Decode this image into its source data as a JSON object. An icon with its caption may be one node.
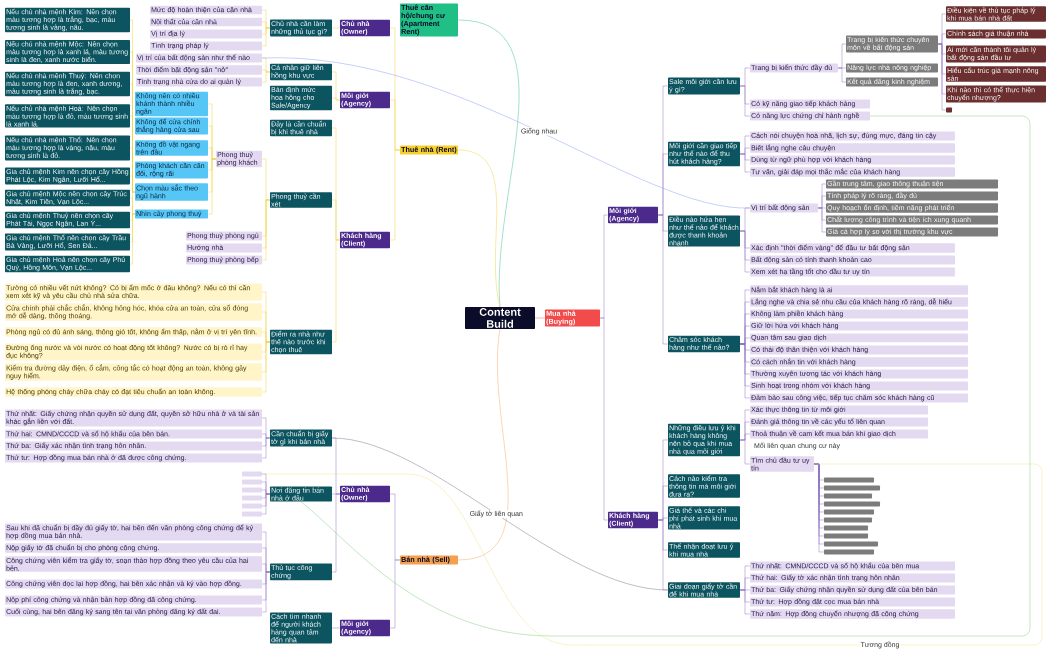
{
  "diagram": {
    "nodes": [
      {
        "text": [
          "Content Build"
        ]
      },
      {
        "text": [
          "Thuê căn hộ/chung cư (Apartment Rent)"
        ]
      },
      {
        "text": [
          "Thuê nhà (Rent)"
        ]
      },
      {
        "text": [
          "Chủ nhà (Owner)"
        ]
      },
      {
        "text": [
          "Chủ nhà cần làm những thủ tục gì?"
        ]
      },
      {
        "text": [
          "Mức độ hoàn thiện của căn nhà"
        ]
      },
      {
        "text": [
          "Nội thất của căn nhà"
        ]
      },
      {
        "text": [
          "Vị trí địa lý"
        ]
      },
      {
        "text": [
          "Tình trạng pháp lý"
        ]
      },
      {
        "text": [
          "Môi giới (Agency)"
        ]
      },
      {
        "text": [
          "Cá nhân giữ liên hồng khu vực"
        ]
      },
      {
        "text": [
          "Vị trí của bất động sản như thế nào"
        ]
      },
      {
        "text": [
          "Thời điểm bất động sản \"nở\""
        ]
      },
      {
        "text": [
          "Tình trạng nhà cửa do ai quản lý"
        ]
      },
      {
        "text": [
          "Bán định mức hoa hồng cho Sale/Agency"
        ]
      },
      {
        "text": [
          "Khách hàng (Client)"
        ]
      },
      {
        "text": [
          "Đây là cần chuẩn bị khi thuê nhà"
        ]
      },
      {
        "text": [
          "Phong thuỷ cần xét"
        ]
      },
      {
        "text": [
          "Phong thuỷ phòng khách"
        ]
      },
      {
        "text": [
          "Không nên có nhiều khánh thành nhiều ngăn"
        ]
      },
      {
        "text": [
          "Không để cửa chính thẳng hàng cửa sau"
        ]
      },
      {
        "text": [
          "Không đồ vật ngang trên đầu"
        ]
      },
      {
        "text": [
          "Phòng khách cần cân đối, rộng rãi"
        ]
      },
      {
        "text": [
          "Chọn màu sắc theo ngũ hành"
        ]
      },
      {
        "text": [
          "Nếu chủ nhà mệnh Kim: Nên chọn màu tương hợp là trắng, bạc, màu tương sinh là vàng, nâu."
        ]
      },
      {
        "text": [
          "Nếu chủ nhà mệnh Mộc: Nên chọn màu tương hợp là xanh lá, màu tương sinh là đen, xanh nước biển."
        ]
      },
      {
        "text": [
          "Nếu chủ nhà mệnh Thuỷ: Nên chọn màu tương hợp là đen, xanh dương, màu tương sinh là trắng, bạc."
        ]
      },
      {
        "text": [
          "Nếu chủ nhà mệnh Hoả: Nên chọn màu tương hợp là đỏ, màu tương sinh là xanh lá."
        ]
      },
      {
        "text": [
          "Nếu chủ nhà mệnh Thổ: Nên chọn màu tương hợp là vàng, nâu, màu tương sinh là đỏ."
        ]
      },
      {
        "text": [
          "Nhìn cây phong thuỷ"
        ]
      },
      {
        "text": [
          "Gia chủ mệnh Kim nên chọn cây Hồng Phát Lộc, Kim Ngân, Lưỡi Hổ..."
        ]
      },
      {
        "text": [
          "Gia chủ mệnh Mộc nên chọn cây Trúc Nhật, Kim Tiền, Vạn Lộc..."
        ]
      },
      {
        "text": [
          "Gia chủ mệnh Thuỷ nên chọn cây Phát Tài, Ngọc Ngân, Lan Ý..."
        ]
      },
      {
        "text": [
          "Gia chủ mệnh Thổ nên chọn cây Trầu Bà Vàng, Lưỡi Hổ, Sen Đá..."
        ]
      },
      {
        "text": [
          "Gia chủ mệnh Hoả nên chọn cây Phú Quý, Hồng Môn, Vạn Lộc..."
        ]
      },
      {
        "text": [
          "Phong thuỷ phòng ngủ"
        ]
      },
      {
        "text": [
          "Hướng nhà"
        ]
      },
      {
        "text": [
          "Phong thuỷ phòng bếp"
        ]
      },
      {
        "text": [
          "Điểm ra nhà như thế nào trước khi chọn thuê"
        ]
      },
      {
        "text": [
          "Tường có nhiều vết nứt không? Có bị ẩm mốc ở đâu không? Nếu có thì cần xem xét kỹ và yêu cầu chủ nhà sửa chữa."
        ]
      },
      {
        "text": [
          "Cửa chính phải chắc chắn, không hỏng hóc, khóa cửa an toàn, cửa sổ đóng mở dễ dàng, thông thoáng."
        ]
      },
      {
        "text": [
          "Phòng ngủ có đủ ánh sáng, thông gió tốt, không ẩm thấp, nằm ở vị trí yên tĩnh."
        ]
      },
      {
        "text": [
          "Đường ống nước và vòi nước có hoạt động tốt không? Nước có bị rò rỉ hay đục không?"
        ]
      },
      {
        "text": [
          "Kiểm tra đường dây điện, ổ cắm, công tắc có hoạt động an toàn, không gây nguy hiểm."
        ]
      },
      {
        "text": [
          "Hệ thống phòng cháy chữa cháy có đạt tiêu chuẩn an toàn không."
        ]
      },
      {
        "text": [
          "Bán nhà (Sell)"
        ]
      },
      {
        "text": [
          "Chủ nhà (Owner)"
        ]
      },
      {
        "text": [
          "Cần chuẩn bị giấy tờ gì khi bán nhà"
        ]
      },
      {
        "text": [
          "Thứ nhất: Giấy chứng nhận quyền sử dụng đất, quyền sở hữu nhà ở và tài sản khác gắn liền với đất."
        ]
      },
      {
        "text": [
          "Thứ hai: CMND/CCCD và sổ hộ khẩu của bên bán."
        ]
      },
      {
        "text": [
          "Thứ ba: Giấy xác nhận tình trạng hôn nhân."
        ]
      },
      {
        "text": [
          "Thứ tư: Hợp đồng mua bán nhà ở đã được công chứng."
        ]
      },
      {
        "text": [
          "Nơi đăng tin bán nhà ở đâu"
        ]
      },
      {
        "text": [],
        "shape": "box"
      },
      {
        "text": [],
        "shape": "box"
      },
      {
        "text": [],
        "shape": "box"
      },
      {
        "text": [],
        "shape": "box"
      },
      {
        "text": [],
        "shape": "box"
      },
      {
        "text": [],
        "shape": "box"
      },
      {
        "text": [
          "Thủ tục công chứng"
        ]
      },
      {
        "text": [
          "Sau khi đã chuẩn bị đầy đủ giấy tờ, hai bên đến văn phòng công chứng để ký hợp đồng mua bán nhà."
        ]
      },
      {
        "text": [
          "Nộp giấy tờ đã chuẩn bị cho phòng công chứng."
        ]
      },
      {
        "text": [
          "Công chứng viên kiểm tra giấy tờ, soạn thảo hợp đồng theo yêu cầu của hai bên."
        ]
      },
      {
        "text": [
          "Công chứng viên đọc lại hợp đồng, hai bên xác nhận và ký vào hợp đồng."
        ]
      },
      {
        "text": [
          "Nộp phí công chứng và nhận bản hợp đồng đã công chứng."
        ]
      },
      {
        "text": [
          "Cuối cùng, hai bên đăng ký sang tên tại văn phòng đăng ký đất đai."
        ]
      },
      {
        "text": [
          "Môi giới (Agency)"
        ]
      },
      {
        "text": [
          "Cách tìm nhanh để người khách hàng quan tâm đến nhà"
        ]
      },
      {
        "text": [
          "Mua nhà (Buying)"
        ]
      },
      {
        "text": [
          "Môi giới (Agency)"
        ]
      },
      {
        "text": [
          "Sale môi giới cần lưu ý gì?"
        ]
      },
      {
        "text": [
          "Trang bị kiến thức đầy đủ"
        ]
      },
      {
        "text": [
          "Trang bị kiến thức chuyên môn về bất động sản"
        ]
      },
      {
        "text": [
          "Điều kiện về thủ tục pháp lý khi mua bán nhà đất"
        ]
      },
      {
        "text": [
          "Chính sách giá thuận nhà"
        ]
      },
      {
        "text": [
          "Ai mới cần thành tôi quản lý bất động sản đầu tư"
        ]
      },
      {
        "text": [
          "Hiểu cấu trúc giá mạnh nông sản"
        ]
      },
      {
        "text": [
          "Khi nào thì có thể thực hiện chuyển nhượng?"
        ]
      },
      {
        "text": [],
        "shape": "box"
      },
      {
        "text": [
          "Năng lực nhà nông nghiệp"
        ]
      },
      {
        "text": [
          "Kết quả đăng kinh nghiệm"
        ]
      },
      {
        "text": [
          "Có kỹ năng giao tiếp khách hàng"
        ]
      },
      {
        "text": [
          "Có năng lực chứng chỉ hành nghề"
        ]
      },
      {
        "text": [
          "Môi giới cần giao tiếp như thế nào để thu hút khách hàng?"
        ]
      },
      {
        "text": [
          "Cách nói chuyện hoà nhã, lịch sự, đúng mực, đáng tin cậy"
        ]
      },
      {
        "text": [
          "Biết lắng nghe câu chuyện"
        ]
      },
      {
        "text": [
          "Dùng từ ngữ phù hợp với khách hàng"
        ]
      },
      {
        "text": [
          "Tư vấn, giải đáp mọi thắc mắc của khách hàng"
        ]
      },
      {
        "text": [
          "Điều nào hứa hẹn như thế nào để khách được thanh khoản nhanh"
        ]
      },
      {
        "text": [
          "Vị trí bất động sản"
        ]
      },
      {
        "text": [
          "Gần trung tâm, giao thông thuận tiện"
        ]
      },
      {
        "text": [
          "Tính pháp lý rõ ràng, đầy đủ"
        ]
      },
      {
        "text": [
          "Quy hoạch ổn định, tiềm năng phát triển"
        ]
      },
      {
        "text": [
          "Chất lượng công trình và tiện ích xung quanh"
        ]
      },
      {
        "text": [
          "Giá cả hợp lý so với thị trường khu vực"
        ]
      },
      {
        "text": [
          "Xác định \"thời điểm vàng\" để đầu tư bất động sản"
        ]
      },
      {
        "text": [
          "Bất động sản có tính thanh khoản cao"
        ]
      },
      {
        "text": [
          "Xem xét hạ tầng tốt cho đầu tư uy tín"
        ]
      },
      {
        "text": [
          "Chăm sóc khách hàng như thế nào?"
        ]
      },
      {
        "text": [
          "Nắm bắt khách hàng là ai"
        ]
      },
      {
        "text": [
          "Lắng nghe và chia sẻ nhu cầu của khách hàng rõ ràng, dễ hiểu"
        ]
      },
      {
        "text": [
          "Không làm phiền khách hàng"
        ]
      },
      {
        "text": [
          "Giữ lời hứa với khách hàng"
        ]
      },
      {
        "text": [
          "Quan tâm sau giao dịch"
        ]
      },
      {
        "text": [
          "Có thái độ thân thiện với khách hàng"
        ]
      },
      {
        "text": [
          "Có cách nhắn tin với khách hàng"
        ]
      },
      {
        "text": [
          "Thường xuyên tương tác với khách hàng"
        ]
      },
      {
        "text": [
          "Sinh hoạt trong nhóm với khách hàng"
        ]
      },
      {
        "text": [
          "Đảm bảo sau công việc, tiếp tục chăm sóc khách hàng cũ"
        ]
      },
      {
        "text": [
          "Khách hàng (Client)"
        ]
      },
      {
        "text": [
          "Những điều lưu ý khi khách hàng không nên bỏ qua khi mua nhà qua môi giới"
        ]
      },
      {
        "text": [
          "Tìm chủ đầu tư uy tín"
        ]
      },
      {
        "text": [],
        "shape": "box"
      },
      {
        "text": [],
        "shape": "box"
      },
      {
        "text": [],
        "shape": "box"
      },
      {
        "text": [],
        "shape": "box"
      },
      {
        "text": [],
        "shape": "box"
      },
      {
        "text": [],
        "shape": "box"
      },
      {
        "text": [],
        "shape": "box"
      },
      {
        "text": [],
        "shape": "box"
      },
      {
        "text": [],
        "shape": "box"
      },
      {
        "text": [],
        "shape": "box"
      },
      {
        "text": [
          "Xác thực thông tin từ môi giới"
        ]
      },
      {
        "text": [
          "Đánh giá thông tin về các yếu tố liên quan"
        ]
      },
      {
        "text": [
          "Thoả thuận về cam kết mua bán khi giao dịch"
        ]
      },
      {
        "text": [
          "Cách nào kiểm tra thông tin mà môi giới đưa ra?"
        ]
      },
      {
        "text": [
          "Giá thế và các chi phí phát sinh khi mua nhà"
        ]
      },
      {
        "text": [
          "Thế nhận đoạt lưu ý khi mua nhà"
        ]
      },
      {
        "text": [
          "Giai đoạn giấy tờ cần để khi mua nhà"
        ]
      },
      {
        "text": [
          "Thứ nhất: CMND/CCCD và sổ hộ khẩu của bên mua"
        ]
      },
      {
        "text": [
          "Thứ hai: Giấy tờ xác nhận tình trạng hôn nhân"
        ]
      },
      {
        "text": [
          "Thứ ba: Giấy chứng nhận quyền sử dụng đất của bên bán"
        ]
      },
      {
        "text": [
          "Thứ tư: Hợp đồng đặt cọc mua bán nhà"
        ]
      },
      {
        "text": [
          "Thứ năm: Hợp đồng chuyển nhượng đã công chứng"
        ]
      }
    ],
    "edges": [
      {
        "from": 0,
        "to": 1,
        "arrow": "none",
        "color": "#2fbf86"
      },
      {
        "from": 0,
        "to": 2,
        "arrow": "none",
        "color": "#f2cf2e"
      },
      {
        "from": 2,
        "to": 3,
        "arrow": "none",
        "color": "#f2cf2e"
      },
      {
        "from": 3,
        "to": 4,
        "arrow": "none",
        "color": "#f2cf2e"
      },
      {
        "from": 4,
        "to": 5,
        "arrow": "none",
        "color": "#f2cf2e"
      },
      {
        "from": 4,
        "to": 6,
        "arrow": "none",
        "color": "#f2cf2e"
      },
      {
        "from": 4,
        "to": 7,
        "arrow": "none",
        "color": "#f2cf2e"
      },
      {
        "from": 4,
        "to": 8,
        "arrow": "none",
        "color": "#f2cf2e"
      },
      {
        "from": 2,
        "to": 9,
        "arrow": "none",
        "color": "#f2cf2e"
      },
      {
        "from": 9,
        "to": 10,
        "arrow": "none",
        "color": "#f2cf2e"
      },
      {
        "from": 10,
        "to": 11,
        "arrow": "none",
        "color": "#f2cf2e"
      },
      {
        "from": 10,
        "to": 12,
        "arrow": "none",
        "color": "#f2cf2e"
      },
      {
        "from": 10,
        "to": 13,
        "arrow": "none",
        "color": "#f2cf2e"
      },
      {
        "from": 9,
        "to": 14,
        "arrow": "none",
        "color": "#f2cf2e"
      },
      {
        "from": 2,
        "to": 15,
        "arrow": "none",
        "color": "#f2cf2e"
      },
      {
        "from": 15,
        "to": 16,
        "arrow": "none",
        "color": "#f2cf2e"
      },
      {
        "from": 15,
        "to": 17,
        "arrow": "none",
        "color": "#f2cf2e"
      },
      {
        "from": 17,
        "to": 18,
        "arrow": "none",
        "color": "#f2cf2e"
      },
      {
        "from": 18,
        "to": 19,
        "arrow": "none",
        "color": "#f2cf2e"
      },
      {
        "from": 18,
        "to": 20,
        "arrow": "none",
        "color": "#f2cf2e"
      },
      {
        "from": 18,
        "to": 21,
        "arrow": "none",
        "color": "#f2cf2e"
      },
      {
        "from": 18,
        "to": 22,
        "arrow": "none",
        "color": "#f2cf2e"
      },
      {
        "from": 18,
        "to": 23,
        "arrow": "none",
        "color": "#f2cf2e"
      },
      {
        "from": 23,
        "to": 24,
        "arrow": "none",
        "color": "#f2cf2e"
      },
      {
        "from": 23,
        "to": 25,
        "arrow": "none",
        "color": "#f2cf2e"
      },
      {
        "from": 23,
        "to": 26,
        "arrow": "none",
        "color": "#f2cf2e"
      },
      {
        "from": 23,
        "to": 27,
        "arrow": "none",
        "color": "#f2cf2e"
      },
      {
        "from": 23,
        "to": 28,
        "arrow": "none",
        "color": "#f2cf2e"
      },
      {
        "from": 18,
        "to": 29,
        "arrow": "none",
        "color": "#f2cf2e"
      },
      {
        "from": 29,
        "to": 30,
        "arrow": "none",
        "color": "#f2cf2e"
      },
      {
        "from": 29,
        "to": 31,
        "arrow": "none",
        "color": "#f2cf2e"
      },
      {
        "from": 29,
        "to": 32,
        "arrow": "none",
        "color": "#f2cf2e"
      },
      {
        "from": 29,
        "to": 33,
        "arrow": "none",
        "color": "#f2cf2e"
      },
      {
        "from": 29,
        "to": 34,
        "arrow": "none",
        "color": "#f2cf2e"
      },
      {
        "from": 17,
        "to": 35,
        "arrow": "none",
        "color": "#f2cf2e"
      },
      {
        "from": 17,
        "to": 36,
        "arrow": "none",
        "color": "#f2cf2e"
      },
      {
        "from": 17,
        "to": 37,
        "arrow": "none",
        "color": "#f2cf2e"
      },
      {
        "from": 15,
        "to": 38,
        "arrow": "none",
        "color": "#f2cf2e"
      },
      {
        "from": 38,
        "to": 39,
        "arrow": "none",
        "color": "#f2cf2e"
      },
      {
        "from": 38,
        "to": 40,
        "arrow": "none",
        "color": "#f2cf2e"
      },
      {
        "from": 38,
        "to": 41,
        "arrow": "none",
        "color": "#f2cf2e"
      },
      {
        "from": 38,
        "to": 42,
        "arrow": "none",
        "color": "#f2cf2e"
      },
      {
        "from": 38,
        "to": 43,
        "arrow": "none",
        "color": "#f2cf2e"
      },
      {
        "from": 38,
        "to": 44,
        "arrow": "none",
        "color": "#f2cf2e"
      },
      {
        "from": 0,
        "to": 45,
        "arrow": "none",
        "color": "#f5a25a"
      },
      {
        "from": 45,
        "to": 46,
        "arrow": "none"
      },
      {
        "from": 46,
        "to": 47,
        "arrow": "none"
      },
      {
        "from": 47,
        "to": 48,
        "arrow": "none"
      },
      {
        "from": 47,
        "to": 49,
        "arrow": "none"
      },
      {
        "from": 47,
        "to": 50,
        "arrow": "none"
      },
      {
        "from": 47,
        "to": 51,
        "arrow": "none"
      },
      {
        "from": 46,
        "to": 52,
        "arrow": "none"
      },
      {
        "from": 52,
        "to": 53,
        "arrow": "none"
      },
      {
        "from": 52,
        "to": 54,
        "arrow": "none"
      },
      {
        "from": 52,
        "to": 55,
        "arrow": "none"
      },
      {
        "from": 52,
        "to": 56,
        "arrow": "none"
      },
      {
        "from": 52,
        "to": 57,
        "arrow": "none"
      },
      {
        "from": 52,
        "to": 58,
        "arrow": "none"
      },
      {
        "from": 46,
        "to": 59,
        "arrow": "none"
      },
      {
        "from": 59,
        "to": 60,
        "arrow": "none"
      },
      {
        "from": 59,
        "to": 61,
        "arrow": "none"
      },
      {
        "from": 59,
        "to": 62,
        "arrow": "none"
      },
      {
        "from": 59,
        "to": 63,
        "arrow": "none"
      },
      {
        "from": 59,
        "to": 64,
        "arrow": "none"
      },
      {
        "from": 59,
        "to": 65,
        "arrow": "none"
      },
      {
        "from": 45,
        "to": 66,
        "arrow": "none"
      },
      {
        "from": 66,
        "to": 67,
        "arrow": "none"
      },
      {
        "from": 0,
        "to": 68,
        "arrow": "none",
        "color": "#ef4b4b"
      },
      {
        "from": 68,
        "to": 69,
        "arrow": "none"
      },
      {
        "from": 69,
        "to": 70,
        "arrow": "none"
      },
      {
        "from": 70,
        "to": 71,
        "arrow": "none"
      },
      {
        "from": 71,
        "to": 72,
        "arrow": "none"
      },
      {
        "from": 72,
        "to": 73,
        "arrow": "none"
      },
      {
        "from": 72,
        "to": 74,
        "arrow": "none"
      },
      {
        "from": 72,
        "to": 75,
        "arrow": "none"
      },
      {
        "from": 72,
        "to": 76,
        "arrow": "none"
      },
      {
        "from": 72,
        "to": 77,
        "arrow": "none"
      },
      {
        "from": 72,
        "to": 78,
        "arrow": "none"
      },
      {
        "from": 71,
        "to": 79,
        "arrow": "none"
      },
      {
        "from": 71,
        "to": 80,
        "arrow": "none"
      },
      {
        "from": 70,
        "to": 81,
        "arrow": "none"
      },
      {
        "from": 70,
        "to": 82,
        "arrow": "none"
      },
      {
        "from": 69,
        "to": 83,
        "arrow": "none"
      },
      {
        "from": 83,
        "to": 84,
        "arrow": "none"
      },
      {
        "from": 83,
        "to": 85,
        "arrow": "none"
      },
      {
        "from": 83,
        "to": 86,
        "arrow": "none"
      },
      {
        "from": 83,
        "to": 87,
        "arrow": "none"
      },
      {
        "from": 69,
        "to": 88,
        "arrow": "none"
      },
      {
        "from": 88,
        "to": 89,
        "arrow": "none"
      },
      {
        "from": 89,
        "to": 90,
        "arrow": "none"
      },
      {
        "from": 89,
        "to": 91,
        "arrow": "none"
      },
      {
        "from": 89,
        "to": 92,
        "arrow": "none"
      },
      {
        "from": 89,
        "to": 93,
        "arrow": "none"
      },
      {
        "from": 89,
        "to": 94,
        "arrow": "none"
      },
      {
        "from": 88,
        "to": 95,
        "arrow": "none"
      },
      {
        "from": 88,
        "to": 96,
        "arrow": "none"
      },
      {
        "from": 88,
        "to": 97,
        "arrow": "none"
      },
      {
        "from": 69,
        "to": 98,
        "arrow": "none"
      },
      {
        "from": 98,
        "to": 99,
        "arrow": "none"
      },
      {
        "from": 98,
        "to": 100,
        "arrow": "none"
      },
      {
        "from": 98,
        "to": 101,
        "arrow": "none"
      },
      {
        "from": 98,
        "to": 102,
        "arrow": "none"
      },
      {
        "from": 98,
        "to": 103,
        "arrow": "none"
      },
      {
        "from": 98,
        "to": 104,
        "arrow": "none"
      },
      {
        "from": 98,
        "to": 105,
        "arrow": "none"
      },
      {
        "from": 98,
        "to": 106,
        "arrow": "none"
      },
      {
        "from": 98,
        "to": 107,
        "arrow": "none"
      },
      {
        "from": 98,
        "to": 108,
        "arrow": "none"
      },
      {
        "from": 68,
        "to": 109,
        "arrow": "none"
      },
      {
        "from": 109,
        "to": 110,
        "arrow": "none"
      },
      {
        "from": 110,
        "to": 111,
        "arrow": "none",
        "label": "Mối liên quan chung cư này"
      },
      {
        "from": 111,
        "to": 112,
        "arrow": "none"
      },
      {
        "from": 111,
        "to": 113,
        "arrow": "none"
      },
      {
        "from": 111,
        "to": 114,
        "arrow": "none"
      },
      {
        "from": 111,
        "to": 115,
        "arrow": "none"
      },
      {
        "from": 111,
        "to": 116,
        "arrow": "none"
      },
      {
        "from": 111,
        "to": 117,
        "arrow": "none"
      },
      {
        "from": 111,
        "to": 118,
        "arrow": "none"
      },
      {
        "from": 111,
        "to": 119,
        "arrow": "none"
      },
      {
        "from": 111,
        "to": 120,
        "arrow": "none"
      },
      {
        "from": 111,
        "to": 121,
        "arrow": "none"
      },
      {
        "from": 110,
        "to": 122,
        "arrow": "none"
      },
      {
        "from": 110,
        "to": 123,
        "arrow": "none"
      },
      {
        "from": 110,
        "to": 124,
        "arrow": "none"
      },
      {
        "from": 109,
        "to": 125,
        "arrow": "none"
      },
      {
        "from": 109,
        "to": 126,
        "arrow": "none"
      },
      {
        "from": 109,
        "to": 127,
        "arrow": "none"
      },
      {
        "from": 109,
        "to": 128,
        "arrow": "none"
      },
      {
        "from": 128,
        "to": 129,
        "arrow": "none"
      },
      {
        "from": 128,
        "to": 130,
        "arrow": "none"
      },
      {
        "from": 128,
        "to": 131,
        "arrow": "none"
      },
      {
        "from": 128,
        "to": 132,
        "arrow": "none"
      },
      {
        "from": 128,
        "to": 133,
        "arrow": "none"
      },
      {
        "from": 11,
        "to": 89,
        "arrow": "none",
        "label": "Giống nhau",
        "color": "#7f98f2"
      },
      {
        "from": 82,
        "to": 52,
        "arrow": "none",
        "color": "#72cc72"
      },
      {
        "from": 111,
        "to": 53,
        "arrow": "none",
        "label": "Tương đồng",
        "color": "#f2df7a"
      },
      {
        "from": 47,
        "to": 128,
        "arrow": "none",
        "label": "Giấy tờ liên quan",
        "color": "#6c6b85"
      }
    ]
  }
}
